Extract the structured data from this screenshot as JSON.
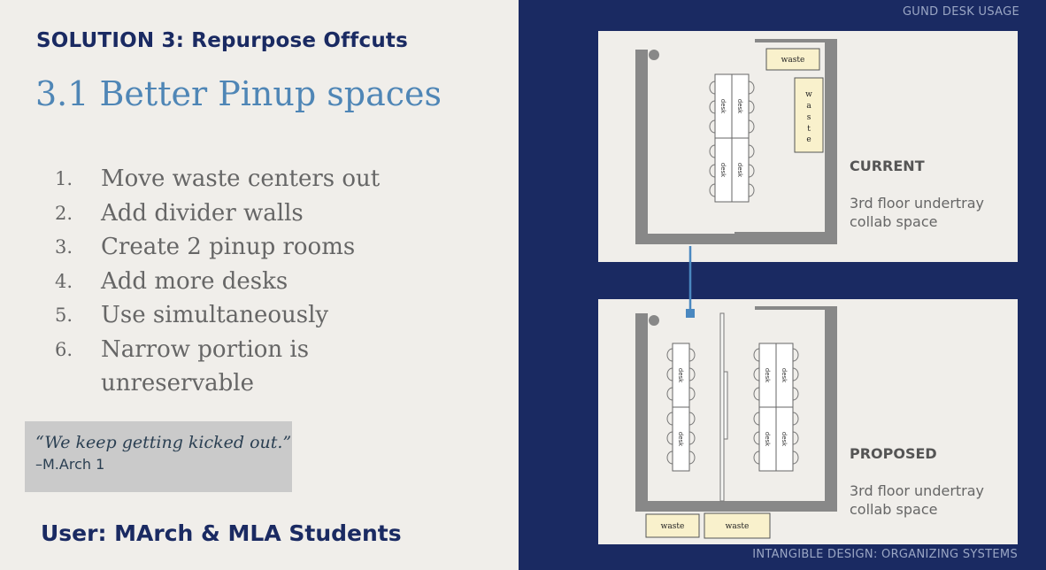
{
  "header": {
    "eyebrow": "SOLUTION 3: Repurpose Offcuts",
    "title": "3.1 Better Pinup spaces",
    "section_tag": "GUND DESK USAGE"
  },
  "steps": [
    {
      "num": "1.",
      "text": "Move waste centers out"
    },
    {
      "num": "2.",
      "text": "Add divider walls"
    },
    {
      "num": "3.",
      "text": "Create 2 pinup rooms"
    },
    {
      "num": "4.",
      "text": "Add more desks"
    },
    {
      "num": "5.",
      "text": "Use simultaneously"
    },
    {
      "num": "6.",
      "text": "Narrow portion is unreservable"
    }
  ],
  "quote": {
    "text": "“We keep getting kicked out.”",
    "attribution": "–M.Arch 1"
  },
  "user_line": "User: MArch & MLA Students",
  "footer": "INTANGIBLE DESIGN: ORGANIZING SYSTEMS",
  "plans": {
    "current": {
      "label": "CURRENT",
      "description": "3rd floor undertray collab space",
      "waste_label": "waste",
      "waste_vertical": "waste",
      "desk_label": "desk"
    },
    "proposed": {
      "label": "PROPOSED",
      "description": "3rd floor undertray collab space",
      "waste_label": "waste",
      "desk_label": "desk"
    }
  },
  "colors": {
    "navy": "#1a2a62",
    "accent_blue": "#4f86b6",
    "panel_bg": "#f0eeea",
    "wall_gray": "#888888",
    "waste_fill": "#f9f1cc",
    "connector": "#4a88c0"
  }
}
